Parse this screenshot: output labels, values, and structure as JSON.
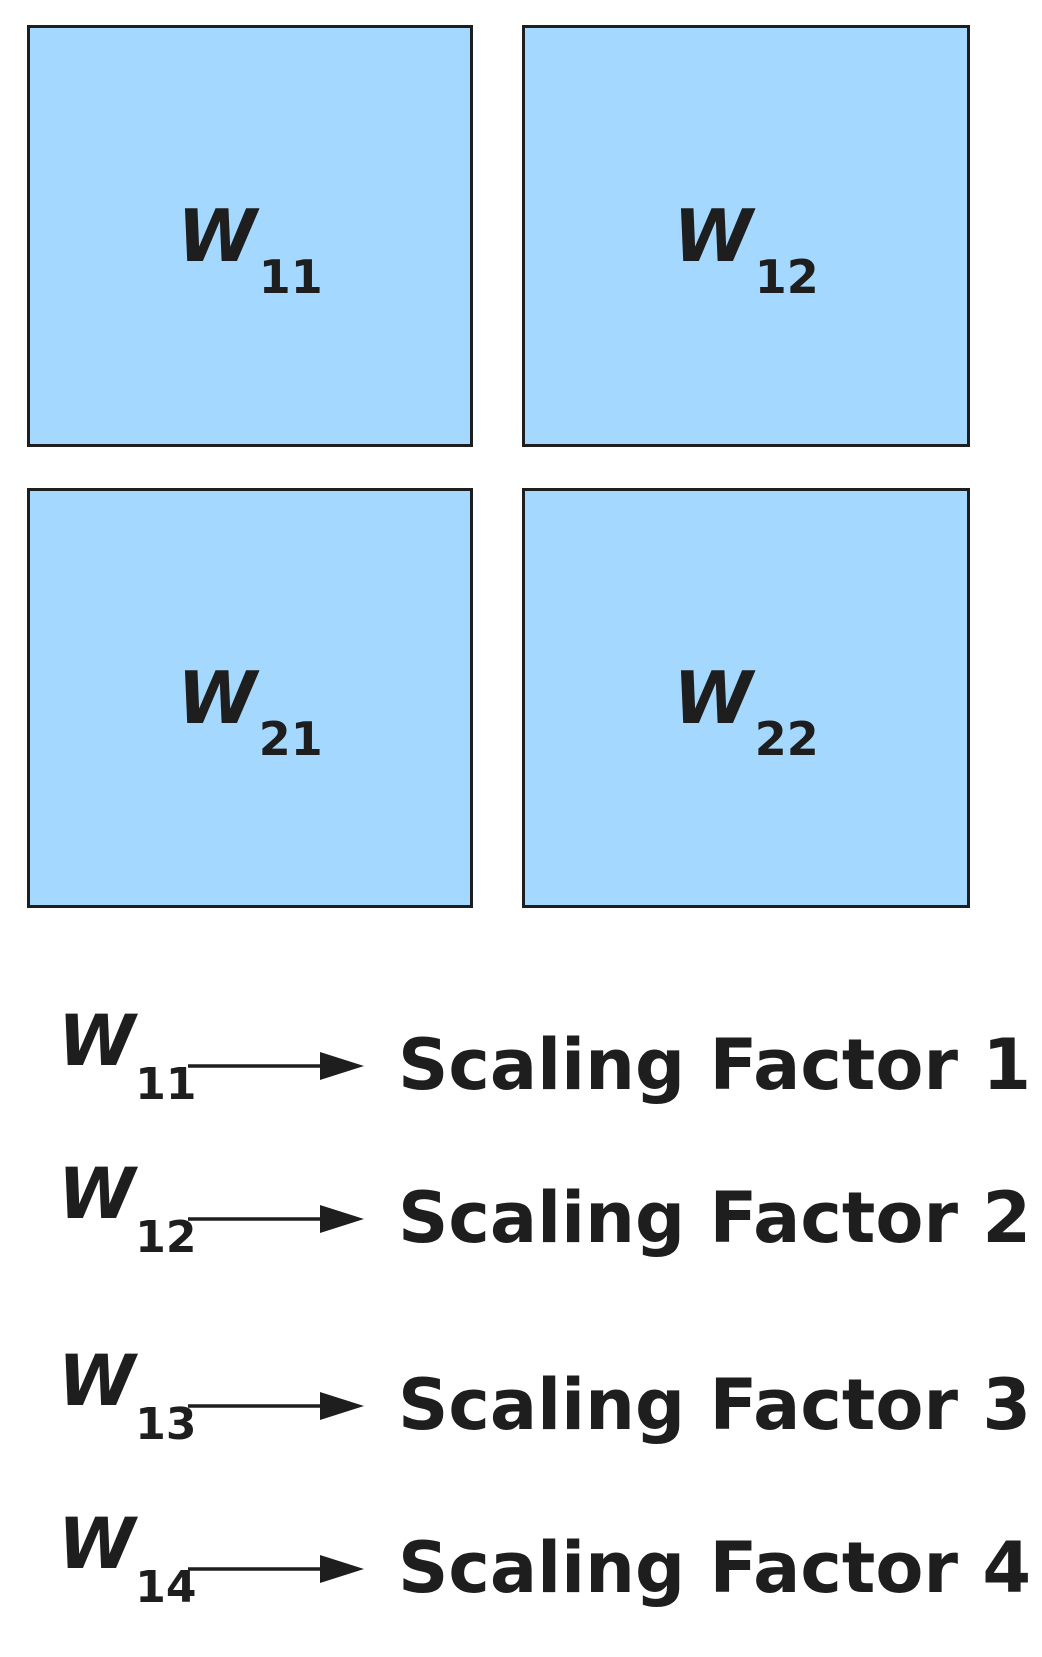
{
  "diagram": {
    "description": "2x2 grid of weight blocks mapped to scaling factors",
    "colors": {
      "block_fill": "#a5d8ff",
      "stroke": "#1e1e1e",
      "background": "#ffffff"
    }
  },
  "grid": {
    "cells": [
      {
        "base": "W",
        "subscript": "11"
      },
      {
        "base": "W",
        "subscript": "12"
      },
      {
        "base": "W",
        "subscript": "21"
      },
      {
        "base": "W",
        "subscript": "22"
      }
    ]
  },
  "legend": {
    "rows": [
      {
        "base": "W",
        "subscript": "11",
        "target": "Scaling Factor 1"
      },
      {
        "base": "W",
        "subscript": "12",
        "target": "Scaling Factor 2"
      },
      {
        "base": "W",
        "subscript": "13",
        "target": "Scaling Factor 3"
      },
      {
        "base": "W",
        "subscript": "14",
        "target": "Scaling Factor 4"
      }
    ]
  }
}
